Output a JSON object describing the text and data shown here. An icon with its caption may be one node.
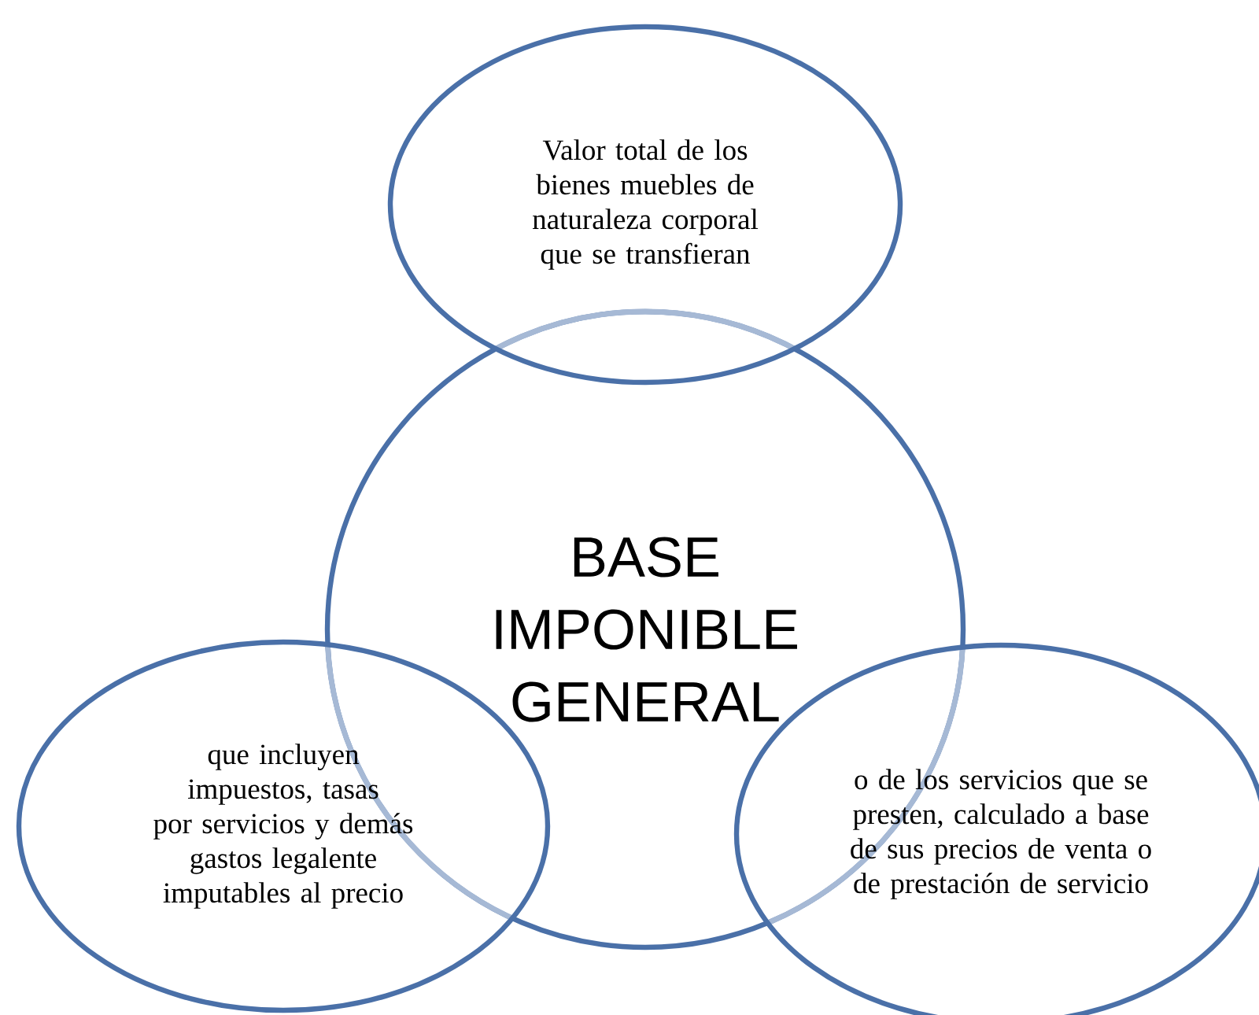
{
  "diagram": {
    "nodes": [
      {
        "text": [
          "BASE IMPONIBLE GENERAL"
        ]
      },
      {
        "text": [
          "Valor total de los bienes muebles de naturaleza corporal que se transfieran"
        ]
      },
      {
        "text": [
          "que incluyen impuestos, tasas por servicios y demás gastos legalente imputables al precio"
        ]
      },
      {
        "text": [
          "o de los servicios que se presten, calculado a base de sus precios de venta o de prestación de servicio"
        ]
      }
    ]
  }
}
